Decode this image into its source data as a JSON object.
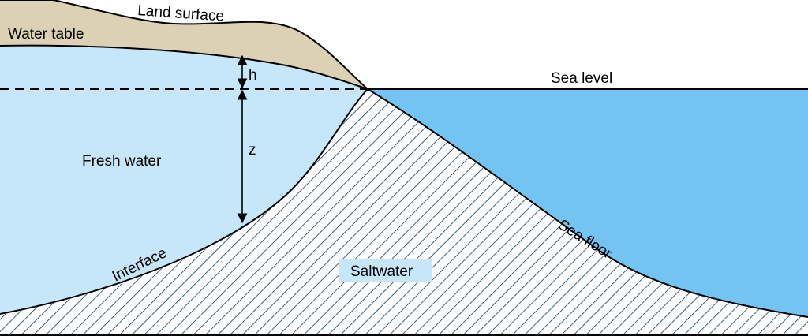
{
  "labels": {
    "land_surface": "Land surface",
    "water_table": "Water table",
    "sea_level": "Sea level",
    "h": "h",
    "z": "z",
    "fresh_water": "Fresh water",
    "interface": "Interface",
    "saltwater": "Saltwater",
    "sea_floor": "Sea floor"
  },
  "colors": {
    "land": "#dcd0b5",
    "fresh_water": "#c6e6fa",
    "sea_water": "#73c4f2",
    "hatch_line": "#16384f",
    "outline": "#000000",
    "saltwater_label_bg": "#c6e6fa"
  }
}
